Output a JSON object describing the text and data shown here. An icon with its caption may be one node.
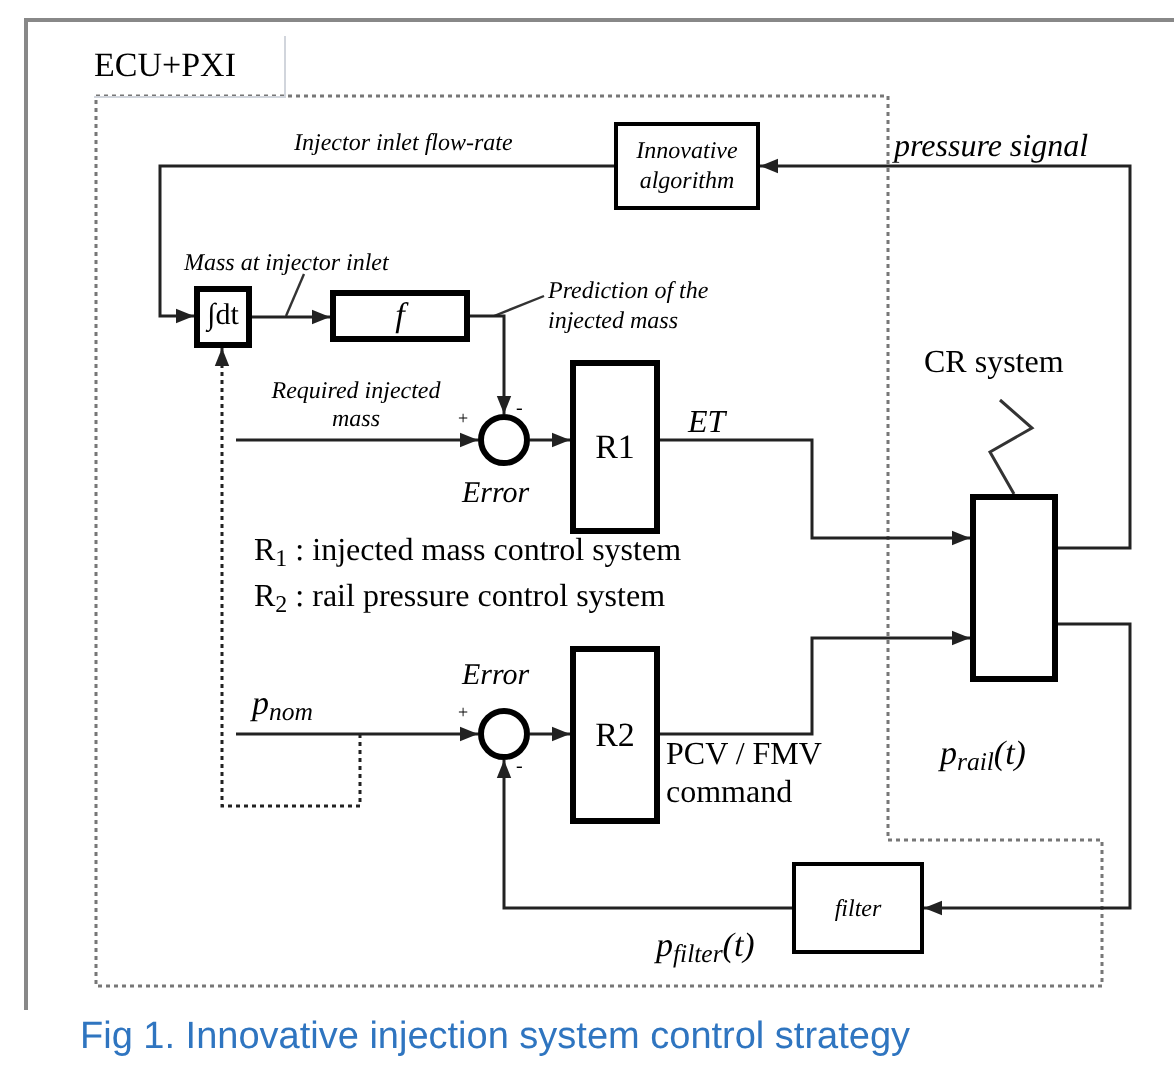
{
  "diagram": {
    "caption": "Fig 1. Innovative injection system control strategy",
    "nodes": [
      {
        "text": [
          "Innovative algorithm"
        ]
      },
      {
        "text": [
          "∫dt"
        ]
      },
      {
        "text": [
          "f"
        ]
      },
      {
        "text": [],
        "shape": "circle",
        "beside": [
          "Error"
        ]
      },
      {
        "text": [
          "R1"
        ]
      },
      {
        "text": [],
        "shape": "circle",
        "beside": [
          "Error"
        ]
      },
      {
        "text": [
          "R2"
        ]
      },
      {
        "text": [],
        "shape": "box",
        "beside": [
          "CR system"
        ]
      },
      {
        "text": [
          "filter"
        ]
      }
    ],
    "edges": [
      {
        "from": 7,
        "to": 0,
        "arrow": "to",
        "label": "pressure signal"
      },
      {
        "from": 0,
        "to": 1,
        "arrow": "to",
        "label": "Injector inlet flow-rate"
      },
      {
        "from": 1,
        "to": 2,
        "arrow": "to",
        "label": "Mass at injector inlet"
      },
      {
        "from": 2,
        "to": 3,
        "arrow": "to",
        "label": "Prediction of the injected mass"
      },
      {
        "from": null,
        "to": 3,
        "arrow": "to",
        "label": "Required injected mass"
      },
      {
        "from": 3,
        "to": 4,
        "arrow": "to"
      },
      {
        "from": 4,
        "to": 7,
        "arrow": "to",
        "label": "ET"
      },
      {
        "from": null,
        "to": 5,
        "arrow": "to",
        "label": "p$_{nom}$"
      },
      {
        "from": 5,
        "to": 6,
        "arrow": "to"
      },
      {
        "from": 6,
        "to": 7,
        "arrow": "to",
        "label": "PCV / FMV command"
      },
      {
        "from": 7,
        "to": 8,
        "arrow": "to",
        "label": "p$_{rail}$(t)"
      },
      {
        "from": 8,
        "to": 5,
        "arrow": "to",
        "label": "p$_{filter}$(t)"
      },
      {
        "from": null,
        "to": 1,
        "arrow": "to",
        "style": "dashed"
      }
    ],
    "labels": [
      "ECU+PXI",
      "+",
      "-",
      "R$_{1}$ : injected mass control system",
      "R$_{2}$ : rail pressure control system",
      "+",
      "-"
    ]
  }
}
